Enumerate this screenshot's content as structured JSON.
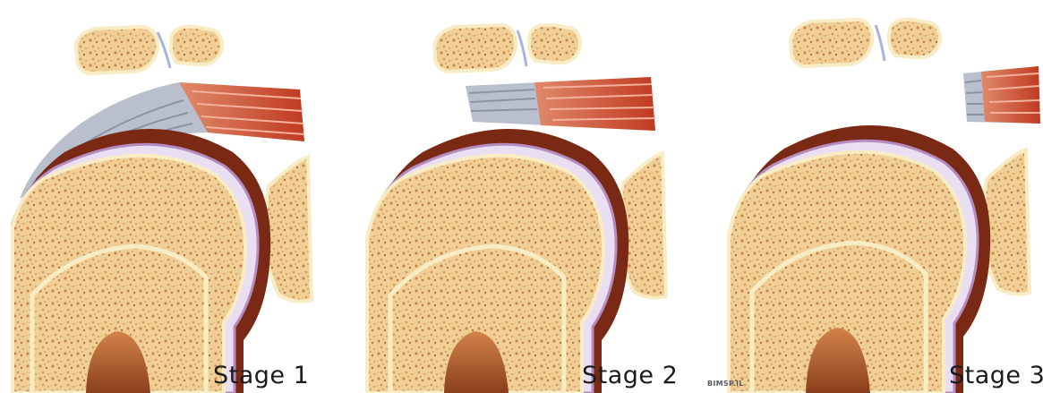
{
  "stages": [
    {
      "label": "Stage 1"
    },
    {
      "label": "Stage 2"
    },
    {
      "label": "Stage 3"
    }
  ],
  "watermark": "BIMSP.IL",
  "colors": {
    "bone_fill": "#f0cf96",
    "bone_speckle": "#c9874e",
    "bone_outline": "#f8ecc5",
    "cartilage": "#eadff2",
    "cartilage_edge": "#b48cc0",
    "joint_capsule": "#7a2a14",
    "tendon": "#b9bfcc",
    "muscle": "#d4553a",
    "marrow_cavity": "#c66d3a"
  },
  "tendon_state": [
    "intact-long",
    "shortened",
    "retracted"
  ]
}
